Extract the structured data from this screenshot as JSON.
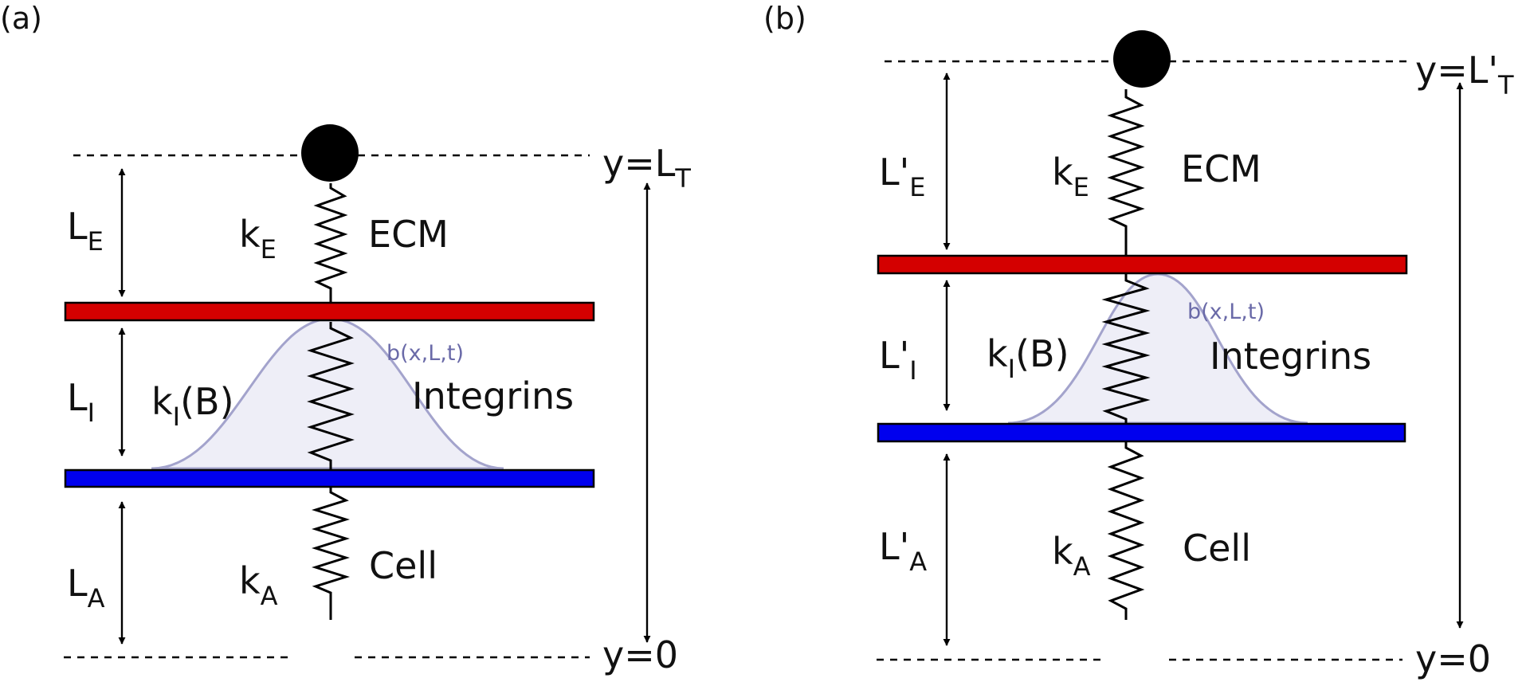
{
  "panels": [
    {
      "id": "a",
      "tag": "(a)",
      "top_label": {
        "main": "y=L",
        "sub": "T"
      },
      "bottom_label": "y=0",
      "lengths": [
        {
          "main": "L",
          "sub": "E"
        },
        {
          "main": "L",
          "sub": "I"
        },
        {
          "main": "L",
          "sub": "A"
        }
      ],
      "springs": [
        {
          "k_main": "k",
          "k_sub": "E",
          "k_suffix": "",
          "name": "ECM"
        },
        {
          "k_main": "k",
          "k_sub": "I",
          "k_suffix": "(B)",
          "name": "Integrins"
        },
        {
          "k_main": "k",
          "k_sub": "A",
          "k_suffix": "",
          "name": "Cell"
        }
      ],
      "curve_label": "b(x,L,t)"
    },
    {
      "id": "b",
      "tag": "(b)",
      "top_label": {
        "main": "y=L'",
        "sub": "T"
      },
      "bottom_label": "y=0",
      "lengths": [
        {
          "main": "L'",
          "sub": "E"
        },
        {
          "main": "L'",
          "sub": "I"
        },
        {
          "main": "L'",
          "sub": "A"
        }
      ],
      "springs": [
        {
          "k_main": "k",
          "k_sub": "E",
          "k_suffix": "",
          "name": "ECM"
        },
        {
          "k_main": "k",
          "k_sub": "I",
          "k_suffix": "(B)",
          "name": "Integrins"
        },
        {
          "k_main": "k",
          "k_sub": "A",
          "k_suffix": "",
          "name": "Cell"
        }
      ],
      "curve_label": "b(x,L,t)"
    }
  ],
  "colors": {
    "ecm_plate": "#d40000",
    "cell_plate": "#0000ee",
    "integrin_curve": "#a3a3cc",
    "integrin_fill": "#eeeef7",
    "curve_label": "#6a6aa8"
  }
}
